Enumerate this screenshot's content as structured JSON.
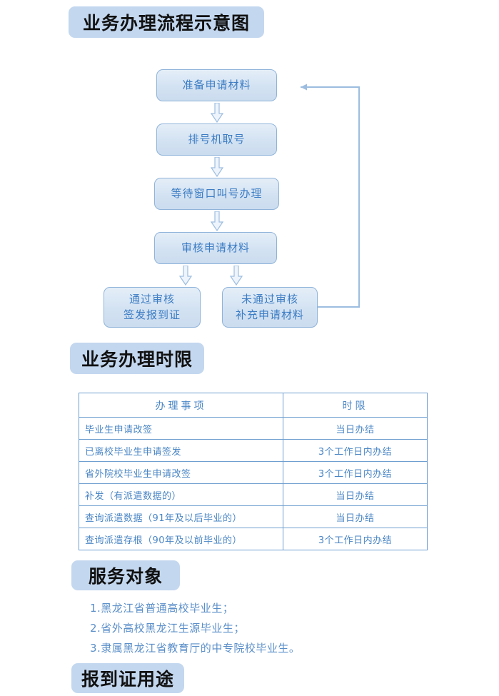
{
  "sections": {
    "flow_title": "业务办理流程示意图",
    "time_title": "业务办理时限",
    "audience_title": "服务对象",
    "usage_title": "报到证用途"
  },
  "flowchart": {
    "nodes": [
      {
        "id": "prepare",
        "lines": [
          "准备申请材料"
        ]
      },
      {
        "id": "queue",
        "lines": [
          "排号机取号"
        ]
      },
      {
        "id": "wait",
        "lines": [
          "等待窗口叫号办理"
        ]
      },
      {
        "id": "review",
        "lines": [
          "审核申请材料"
        ]
      },
      {
        "id": "passed",
        "lines": [
          "通过审核",
          "签发报到证"
        ]
      },
      {
        "id": "failed",
        "lines": [
          "未通过审核",
          "补充申请材料"
        ]
      }
    ]
  },
  "time_table": {
    "headers": [
      "办理事项",
      "时限"
    ],
    "rows": [
      {
        "item": "毕业生申请改签",
        "limit": "当日办结"
      },
      {
        "item": "已离校毕业生申请签发",
        "limit": "3个工作日内办结"
      },
      {
        "item": "省外院校毕业生申请改签",
        "limit": "3个工作日内办结"
      },
      {
        "item": "补发（有派遣数据的）",
        "limit": "当日办结"
      },
      {
        "item": "查询派遣数据（91年及以后毕业的）",
        "limit": "当日办结"
      },
      {
        "item": "查询派遣存根（90年及以前毕业的）",
        "limit": "3个工作日内办结"
      }
    ]
  },
  "audience": {
    "items": [
      "1.黑龙江省普通高校毕业生；",
      "2.省外高校黑龙江生源毕业生；",
      "3.隶属黑龙江省教育厅的中专院校毕业生。"
    ]
  },
  "colors": {
    "pill_bg": "#c3d7ef",
    "box_border": "#8fb3d9",
    "box_text": "#3b7cc4",
    "table_border": "#6f9fd0",
    "table_text": "#4a86c5",
    "arrow_stroke": "#9dbde0"
  }
}
